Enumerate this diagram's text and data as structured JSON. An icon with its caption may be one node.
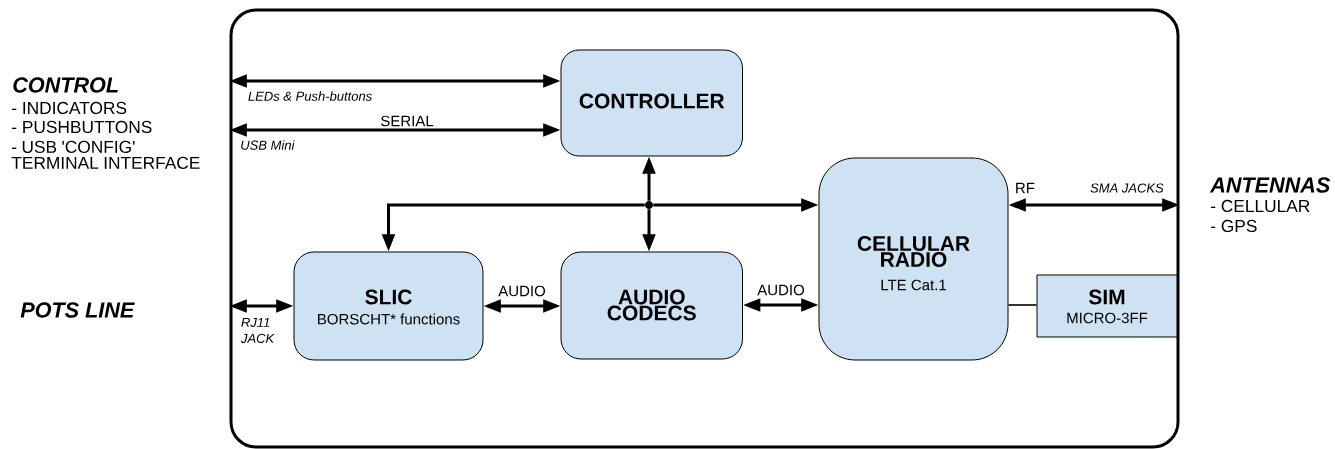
{
  "diagram": {
    "nodes": [
      {
        "text": [],
        "shape": "box"
      },
      {
        "text": [
          "CONTROLLER"
        ],
        "in": 0
      },
      {
        "text": [
          "CELLULAR RADIO",
          "LTE Cat.1"
        ],
        "in": 0
      },
      {
        "text": [],
        "shape": "circle",
        "in": 0
      },
      {
        "text": [
          "SLIC",
          "BORSCHT* functions"
        ],
        "in": 0
      },
      {
        "text": [
          "AUDIO CODECS"
        ],
        "in": 0
      },
      {
        "text": [
          "SIM",
          "MICRO-3FF"
        ],
        "in": 0
      }
    ],
    "edges": [
      {
        "from": 0,
        "to": 1,
        "arrow": "both",
        "label": "LEDs & Push-buttons"
      },
      {
        "from": 0,
        "to": 1,
        "arrow": "both",
        "label": "SERIAL"
      },
      {
        "from": 3,
        "to": 1,
        "arrow": "to"
      },
      {
        "from": 3,
        "to": 5,
        "arrow": "to"
      },
      {
        "from": 3,
        "to": 4,
        "arrow": "to"
      },
      {
        "from": 3,
        "to": 2,
        "arrow": "to"
      },
      {
        "from": 2,
        "to": 0,
        "arrow": "both",
        "label": "RF"
      },
      {
        "from": 0,
        "to": 4,
        "arrow": "both",
        "label": "RJ11 JACK"
      },
      {
        "from": 4,
        "to": 5,
        "arrow": "both",
        "label": "AUDIO"
      },
      {
        "from": 5,
        "to": 2,
        "arrow": "both",
        "label": "AUDIO"
      },
      {
        "from": 2,
        "to": 6,
        "arrow": "none"
      }
    ],
    "labels": [
      "CONTROL",
      "- INDICATORS",
      "- PUSHBUTTONS",
      "- USB 'CONFIG' TERMINAL INTERFACE",
      "USB Mini",
      "SMA JACKS",
      "ANTENNAS",
      "- CELLULAR",
      "- GPS",
      "POTS LINE"
    ]
  }
}
